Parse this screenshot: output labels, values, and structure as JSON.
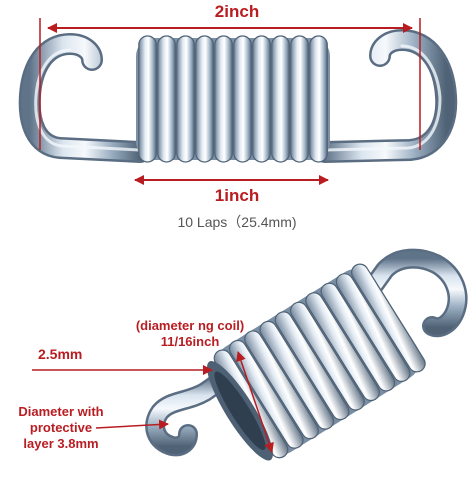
{
  "labels": {
    "overall_length": "2inch",
    "body_length": "1inch",
    "laps_info": "10 Laps（25.4mm)",
    "coil_diameter_line1": "(diameter ng coil)",
    "coil_diameter_line2": "11/16inch",
    "wire_diameter": "2.5mm",
    "outer_diameter_line1": "Diameter with",
    "outer_diameter_line2": "protective",
    "outer_diameter_line3": "layer 3.8mm"
  },
  "colors": {
    "annotation_red": "#b81d22",
    "caption_gray": "#555555",
    "spring_steel": "#9fb3c8",
    "background": "#ffffff"
  },
  "spring_top": {
    "coil_count": 10
  },
  "spring_bottom": {
    "coil_count": 10
  }
}
